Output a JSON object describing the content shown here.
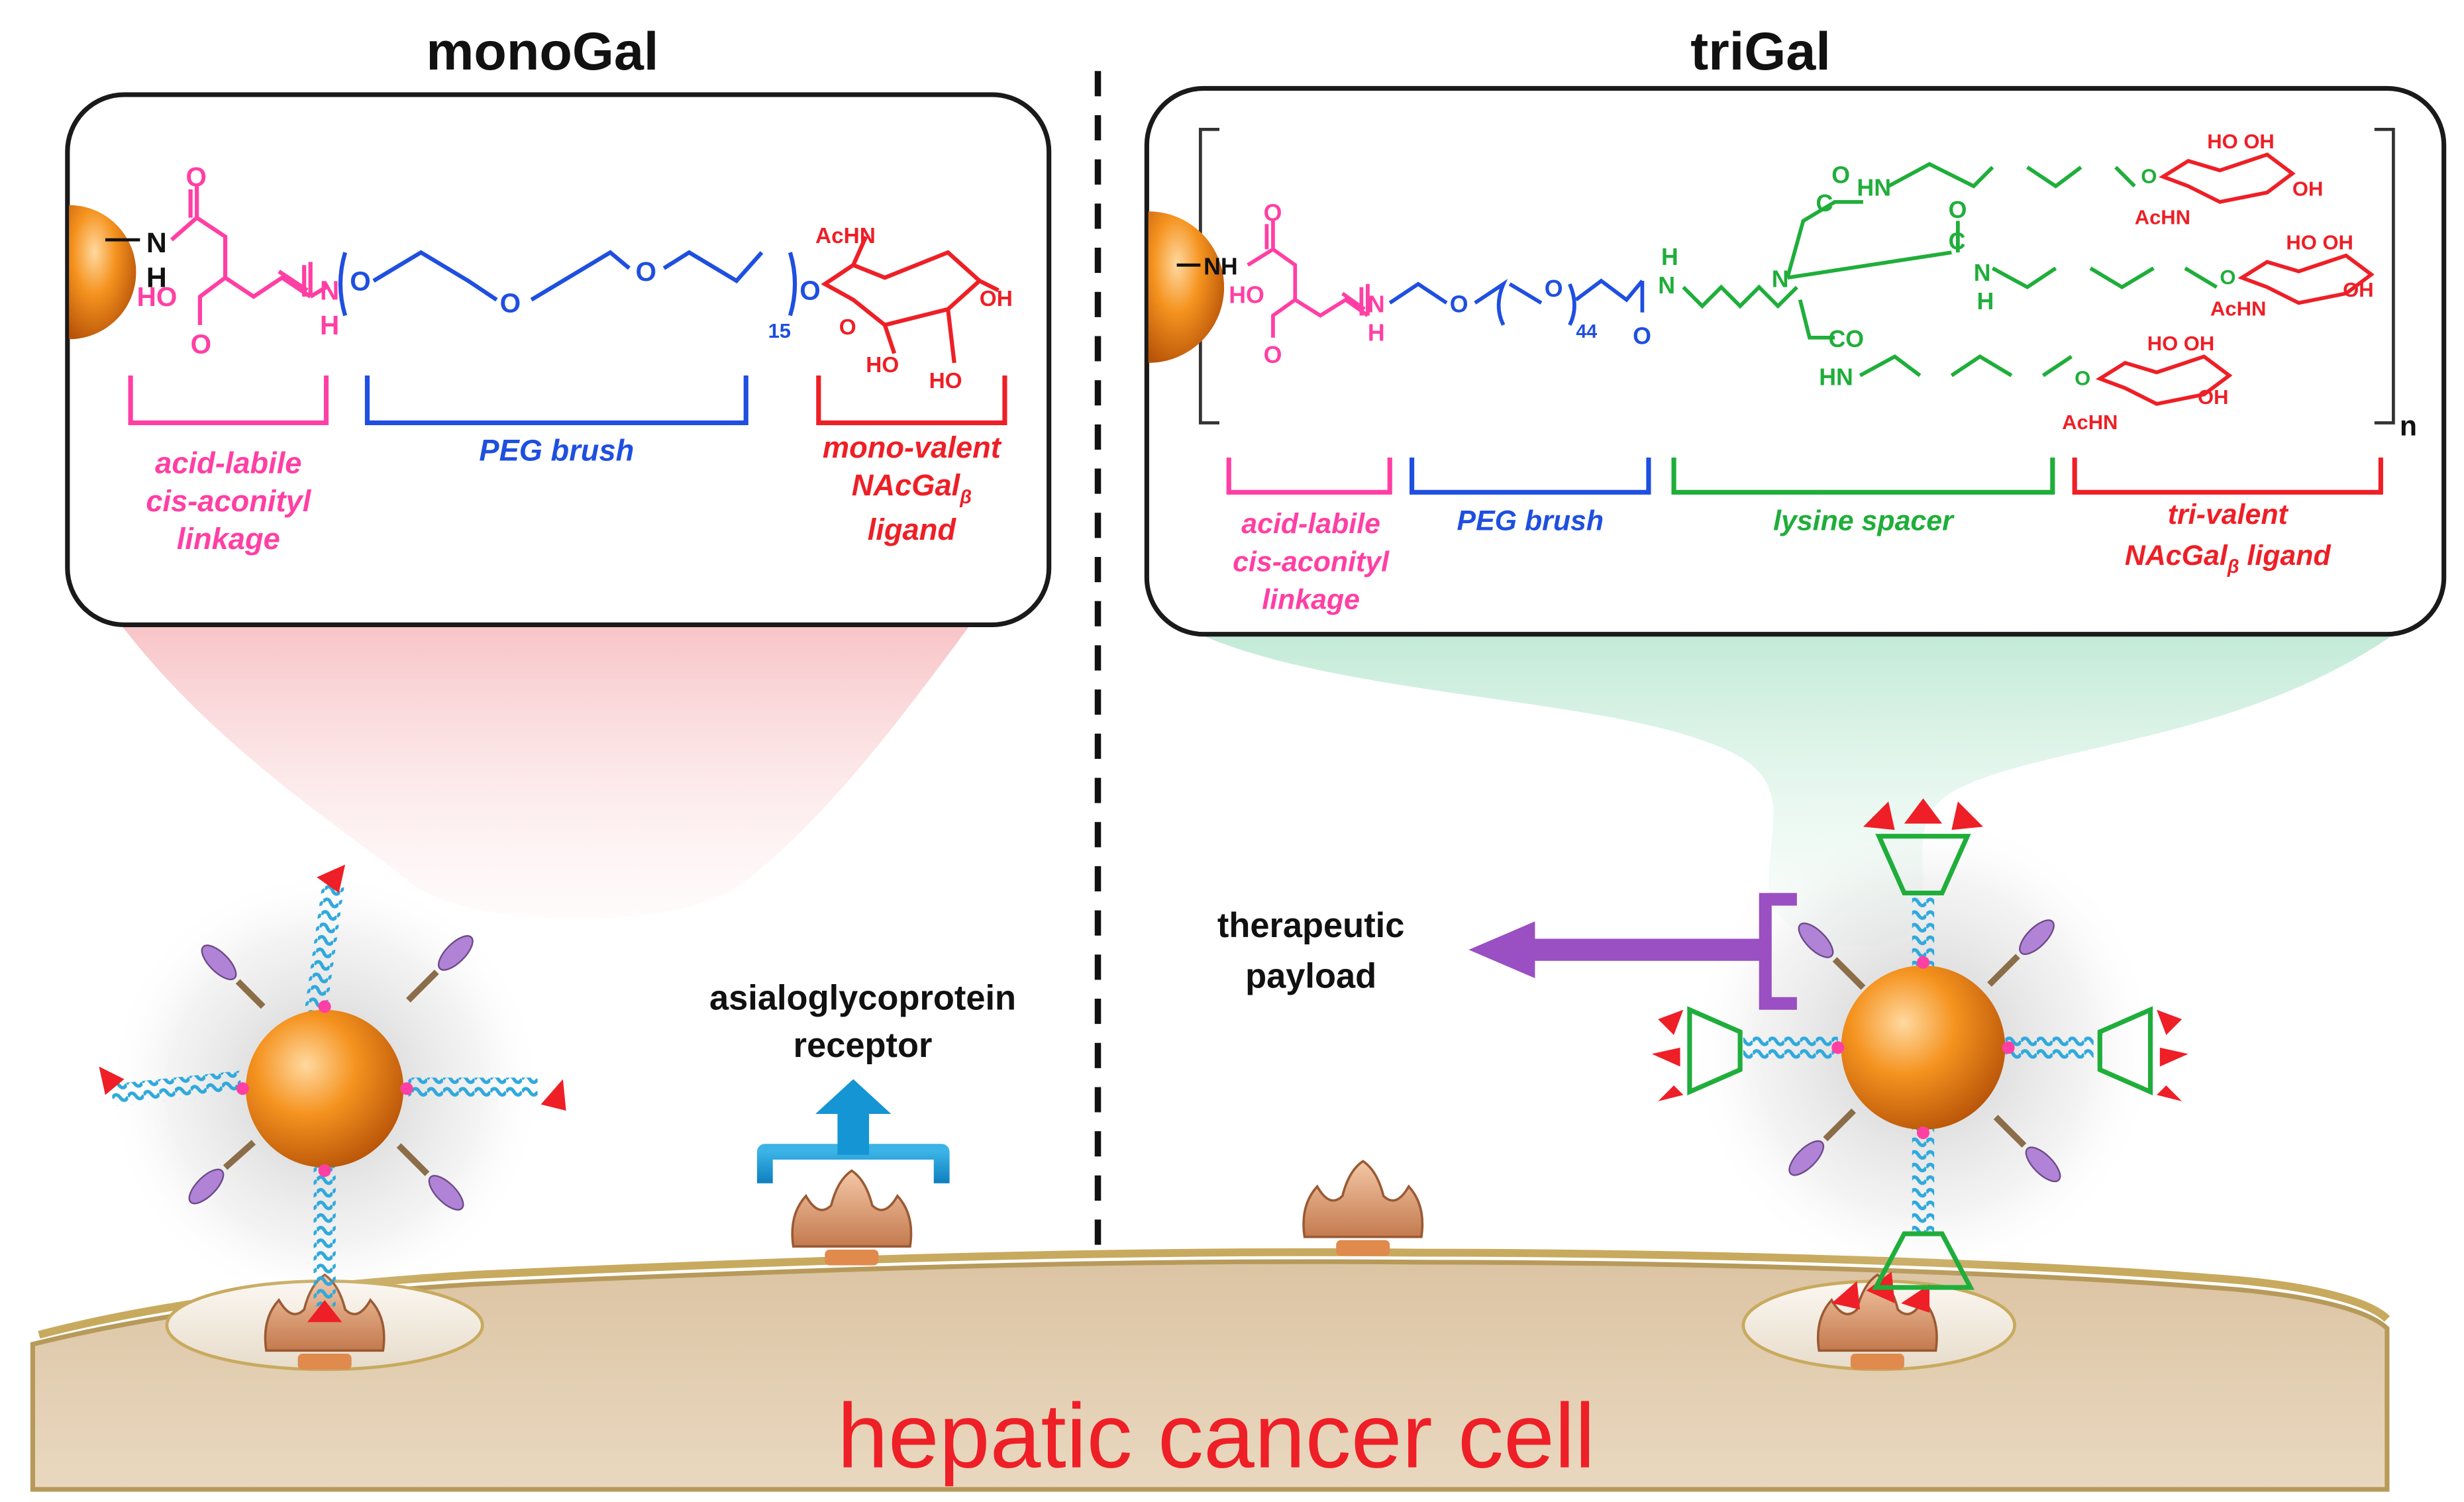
{
  "panels": {
    "left": {
      "title": "monoGal",
      "chem": {
        "nh_top": "N",
        "nh_h": "H",
        "o_top": "O",
        "ho": "HO",
        "o_bot": "O",
        "n_amide": "N",
        "h_amide": "H",
        "o_peg_start": "O",
        "o_peg_1": "O",
        "o_peg_2": "O",
        "repeat_n": "15",
        "o_link": "O",
        "achn": "AcHN",
        "oh": "OH",
        "ho1": "HO",
        "ho2": "HO",
        "o_ring": "O"
      },
      "labels": {
        "linker": [
          "acid-labile",
          "cis-aconityl",
          "linkage"
        ],
        "peg": "PEG brush",
        "ligand": [
          "mono-valent",
          "NAcGal",
          "ligand"
        ],
        "ligand_sub": "β"
      }
    },
    "right": {
      "title": "triGal",
      "chem": {
        "nh": "NH",
        "o_top": "O",
        "ho": "HO",
        "o_bot": "O",
        "n_amide": "N",
        "h_amide": "H",
        "o_peg1": "O",
        "o_peg2": "O",
        "repeat_n": "44",
        "o_carbonyl": "O",
        "n_lys": "N",
        "h_lys": "H",
        "n_tert": "N",
        "c1": "C",
        "o1": "O",
        "hn1": "HN",
        "c2": "C",
        "o2": "O",
        "n2": "N",
        "h2": "H",
        "co3": "CO",
        "hn3": "HN",
        "ho_oh": "HO OH",
        "achn": "AcHN",
        "oh": "OH",
        "o_gal": "O",
        "bracket_n": "n"
      },
      "labels": {
        "linker": [
          "acid-labile",
          "cis-aconityl",
          "linkage"
        ],
        "peg": "PEG brush",
        "spacer": "lysine spacer",
        "ligand": [
          "tri-valent",
          "NAcGal",
          " ligand"
        ],
        "ligand_sub": "β"
      }
    }
  },
  "annotations": {
    "receptor": [
      "asialoglycoprotein",
      "receptor"
    ],
    "payload": [
      "therapeutic",
      "payload"
    ]
  },
  "cell_label": "hepatic cancer cell",
  "colors": {
    "pink": "#ff3fa4",
    "blue": "#1f4fe0",
    "green": "#1fae3a",
    "red": "#ee1f26",
    "purple": "#9a4fc2",
    "receptor_arrow": "#1595d3",
    "cell": "#d8bf9c",
    "nanoparticle": "#f08a1c"
  }
}
